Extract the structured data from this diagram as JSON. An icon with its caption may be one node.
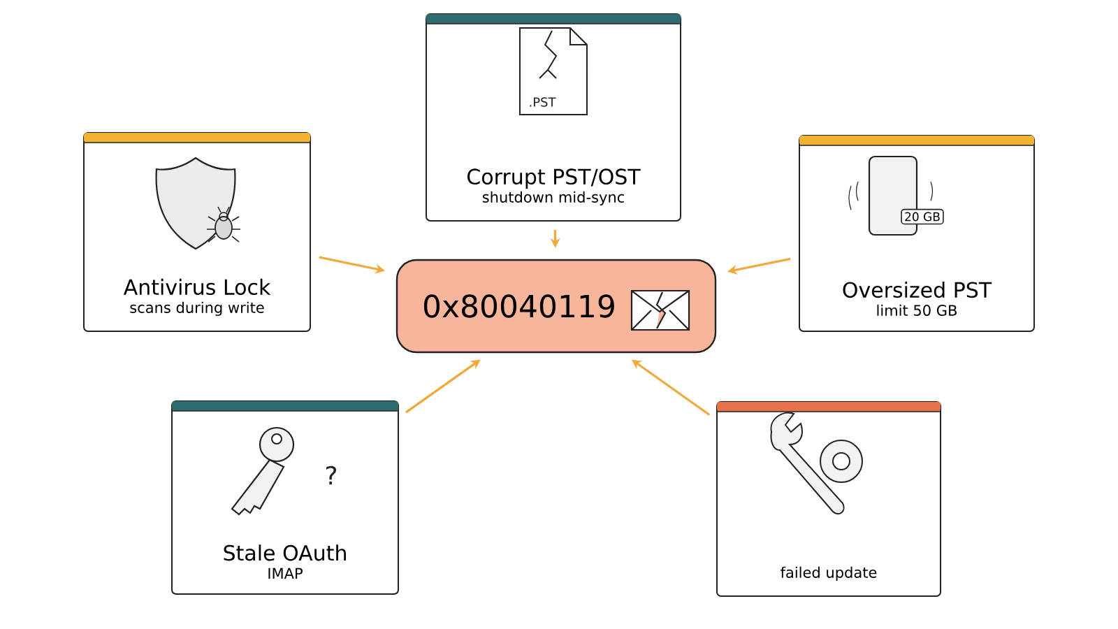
{
  "diagram": {
    "nodes": [
      {
        "text": [
          "Corrupt PST/OST",
          "shutdown mid-sync"
        ]
      },
      {
        "text": [
          "Antivirus Lock",
          "scans during write"
        ]
      },
      {
        "text": [
          "0x80040119"
        ]
      },
      {
        "text": [
          "Oversized PST",
          "limit 50 GB"
        ]
      },
      {
        "text": [
          "Stale OAuth",
          "IMAP"
        ]
      },
      {
        "text": [
          "failed update"
        ]
      }
    ],
    "edges": [
      {
        "from": 0,
        "to": 2,
        "arrow": "to"
      },
      {
        "from": 1,
        "to": 2,
        "arrow": "to"
      },
      {
        "from": 3,
        "to": 2,
        "arrow": "to"
      },
      {
        "from": 4,
        "to": 2,
        "arrow": "to"
      },
      {
        "from": 5,
        "to": 2,
        "arrow": "to"
      }
    ],
    "labels": [
      ".PST",
      "20 GB",
      "?"
    ]
  }
}
